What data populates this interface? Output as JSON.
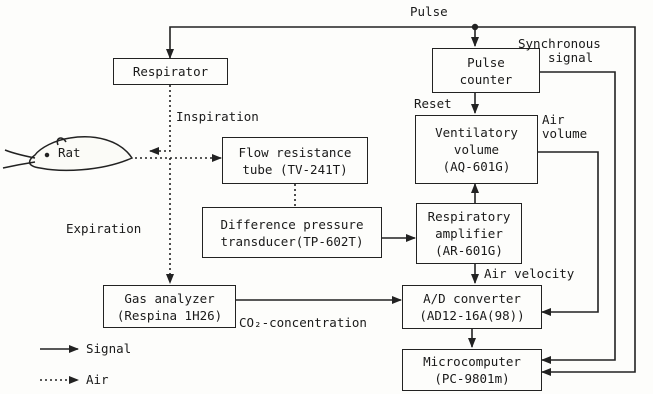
{
  "boxes": {
    "respirator": [
      "Respirator"
    ],
    "pulse_counter": [
      "Pulse",
      "counter"
    ],
    "ventilatory_volume": [
      "Ventilatory",
      "volume",
      "(AQ-601G)"
    ],
    "flow_resistance": [
      "Flow resistance",
      "tube  (TV-241T)"
    ],
    "diff_pressure": [
      "Difference pressure",
      "transducer(TP-602T)"
    ],
    "resp_amplifier": [
      "Respiratory",
      "amplifier",
      "(AR-601G)"
    ],
    "gas_analyzer": [
      "Gas analyzer",
      "(Respina 1H26)"
    ],
    "ad_converter": [
      "A/D converter",
      "(AD12-16A(98))"
    ],
    "microcomputer": [
      "Microcomputer",
      "(PC-9801m)"
    ]
  },
  "labels": {
    "pulse": "Pulse",
    "synchronous_signal_1": "Synchronous",
    "synchronous_signal_2": "signal",
    "reset": "Reset",
    "air_volume_1": "Air",
    "air_volume_2": "volume",
    "inspiration": "Inspiration",
    "expiration": "Expiration",
    "air_velocity": "Air velocity",
    "co2_concentration": "CO₂-concentration",
    "rat": "Rat"
  },
  "legend": {
    "signal": "Signal",
    "air": "Air"
  }
}
